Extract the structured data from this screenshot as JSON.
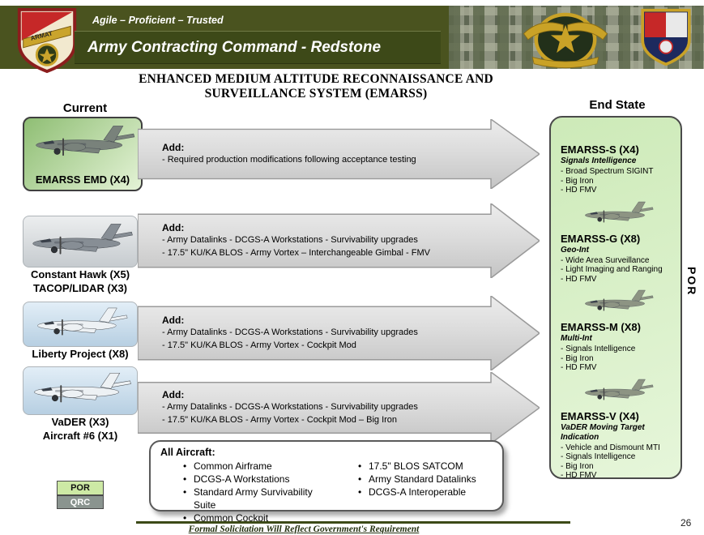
{
  "colors": {
    "band_olive": "#4a531f",
    "org_box_green": "#3d4918",
    "panel_green": "#d9efc6",
    "arrow_gray": "#d9d9d9",
    "legend_por_green": "#cde9a5",
    "legend_qrc_gray": "#8a948f",
    "footer_green": "#3c4a17"
  },
  "header": {
    "motto": "Agile – Proficient – Trusted",
    "org": "Army Contracting Command - Redstone",
    "shield_text": "ARMAT"
  },
  "title": {
    "line1": "ENHANCED MEDIUM ALTITUDE RECONNAISSANCE AND",
    "line2": "SURVEILLANCE SYSTEM (EMARSS)"
  },
  "columns": {
    "current": "Current",
    "end_state": "End State"
  },
  "current_items": {
    "emd": {
      "label": "EMARSS EMD (X4)"
    },
    "constant_hawk": {
      "line1": "Constant Hawk  (X5)",
      "line2": "TACOP/LIDAR  (X3)"
    },
    "liberty": {
      "label": "Liberty Project  (X8)"
    },
    "vader": {
      "line1": "VaDER (X3)",
      "line2": "Aircraft #6 (X1)"
    }
  },
  "arrows": [
    {
      "add": "Add:",
      "lines": [
        "- Required production modifications following acceptance testing"
      ]
    },
    {
      "add": "Add:",
      "lines": [
        "- Army Datalinks - DCGS-A Workstations - Survivability upgrades",
        "- 17.5\" KU/KA BLOS - Army Vortex – Interchangeable Gimbal - FMV"
      ]
    },
    {
      "add": "Add:",
      "lines": [
        "- Army Datalinks - DCGS-A Workstations - Survivability upgrades",
        "- 17.5\" KU/KA BLOS - Army Vortex - Cockpit Mod"
      ]
    },
    {
      "add": "Add:",
      "lines": [
        "- Army Datalinks - DCGS-A Workstations - Survivability upgrades",
        "- 17.5\" KU/KA BLOS - Army Vortex - Cockpit Mod – Big Iron"
      ]
    }
  ],
  "end_state": {
    "por_vertical": "POR",
    "items": [
      {
        "name": "EMARSS-S (X4)",
        "role": "Signals Intelligence",
        "bullets": [
          "- Broad Spectrum SIGINT",
          "- Big Iron",
          "- HD FMV"
        ]
      },
      {
        "name": "EMARSS-G (X8)",
        "role": "Geo-Int",
        "bullets": [
          "- Wide Area Surveillance",
          "- Light Imaging and Ranging",
          "- HD FMV"
        ]
      },
      {
        "name": "EMARSS-M (X8)",
        "role": "Multi-Int",
        "bullets": [
          "- Signals Intelligence",
          "- Big Iron",
          "- HD FMV"
        ]
      },
      {
        "name": "EMARSS-V (X4)",
        "role": "VaDER Moving Target Indication",
        "bullets": [
          "- Vehicle and Dismount MTI",
          "- Signals Intelligence",
          "- Big Iron",
          "- HD FMV"
        ]
      }
    ]
  },
  "all_aircraft": {
    "heading": "All Aircraft:",
    "col1": [
      "Common Airframe",
      "DCGS-A Workstations",
      "Standard Army Survivability Suite",
      "Common Cockpit"
    ],
    "col2": [
      "17.5\" BLOS SATCOM",
      "Army Standard Datalinks",
      "DCGS-A Interoperable"
    ]
  },
  "legend": {
    "por": "POR",
    "qrc": "QRC"
  },
  "footer": {
    "text": "Formal Solicitation Will Reflect Government's Requirement",
    "page": "26"
  }
}
